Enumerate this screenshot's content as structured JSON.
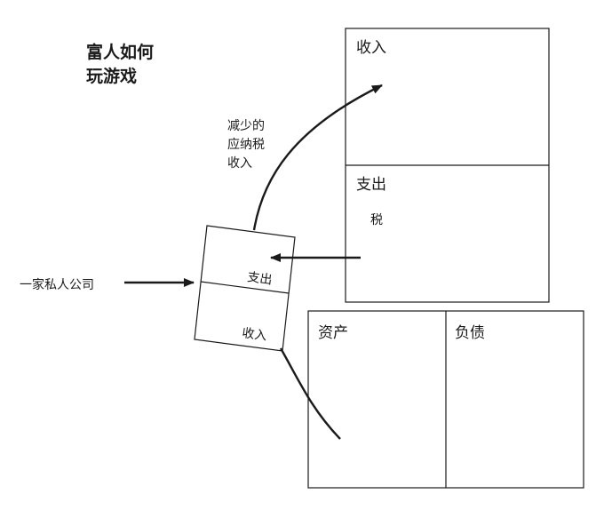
{
  "title": {
    "line1": "富人如何",
    "line2": "玩游戏"
  },
  "income_statement": {
    "income_label": "收入",
    "expense_label": "支出",
    "tax_label": "税"
  },
  "company": {
    "name": "一家私人公司",
    "expense_label": "支出",
    "income_label": "收入"
  },
  "balance_sheet": {
    "assets_label": "资产",
    "liabilities_label": "负债"
  },
  "annotation": {
    "line1": "减少的",
    "line2": "应纳税",
    "line3": "收入"
  }
}
